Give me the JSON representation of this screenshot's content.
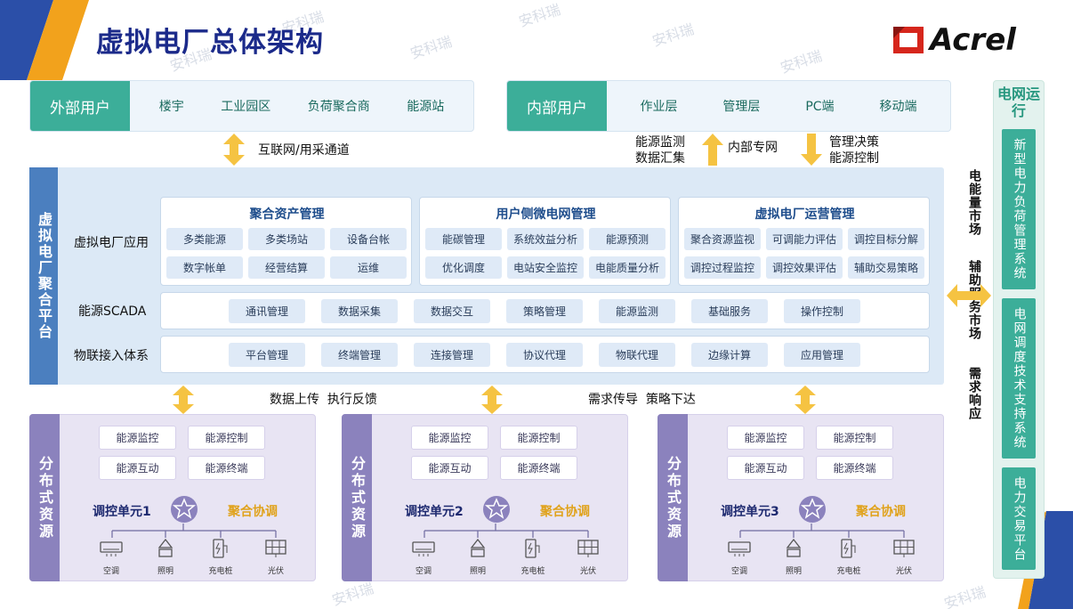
{
  "title": "虚拟电厂总体架构",
  "logo": {
    "text": "Acrel"
  },
  "watermark": "安科瑞",
  "external_users": {
    "head": "外部用户",
    "items": [
      "楼宇",
      "工业园区",
      "负荷聚合商",
      "能源站"
    ]
  },
  "internal_users": {
    "head": "内部用户",
    "items": [
      "作业层",
      "管理层",
      "PC端",
      "移动端"
    ]
  },
  "links": {
    "internet": "互联网/用采通道",
    "monitor_1": "能源监测",
    "monitor_2": "数据汇集",
    "private_net": "内部专网",
    "decision_1": "管理决策",
    "decision_2": "能源控制",
    "bottom_left": "数据上传  执行反馈",
    "bottom_right": "需求传导  策略下达"
  },
  "platform": {
    "side": "虚拟电厂聚合平台",
    "app_label": "虚拟电厂应用",
    "scada_label": "能源SCADA",
    "iot_label": "物联接入体系",
    "panels": [
      {
        "title": "聚合资产管理",
        "cells": [
          "多类能源",
          "多类场站",
          "设备台帐",
          "数字帐单",
          "经营结算",
          "运维"
        ]
      },
      {
        "title": "用户侧微电网管理",
        "cells": [
          "能碳管理",
          "系统效益分析",
          "能源预测",
          "优化调度",
          "电站安全监控",
          "电能质量分析"
        ]
      },
      {
        "title": "虚拟电厂运营管理",
        "cells": [
          "聚合资源监视",
          "可调能力评估",
          "调控目标分解",
          "调控过程监控",
          "调控效果评估",
          "辅助交易策略"
        ]
      }
    ],
    "scada": [
      "通讯管理",
      "数据采集",
      "数据交互",
      "策略管理",
      "能源监测",
      "基础服务",
      "操作控制"
    ],
    "iot": [
      "平台管理",
      "终端管理",
      "连接管理",
      "协议代理",
      "物联代理",
      "边缘计算",
      "应用管理"
    ]
  },
  "markets": [
    "电能量市场",
    "辅助服务市场",
    "需求响应"
  ],
  "grid": {
    "head": "电网运行",
    "boxes": [
      "新型电力负荷管理系统",
      "电网调度技术支持系统",
      "电力交易平台"
    ]
  },
  "resources": [
    {
      "side": "分布式资源",
      "cells": [
        "能源监控",
        "能源控制",
        "能源互动",
        "能源终端"
      ],
      "unit": "调控单元1",
      "coord": "聚合协调",
      "devices": [
        "空调",
        "照明",
        "充电桩",
        "光伏"
      ]
    },
    {
      "side": "分布式资源",
      "cells": [
        "能源监控",
        "能源控制",
        "能源互动",
        "能源终端"
      ],
      "unit": "调控单元2",
      "coord": "聚合协调",
      "devices": [
        "空调",
        "照明",
        "充电桩",
        "光伏"
      ]
    },
    {
      "side": "分布式资源",
      "cells": [
        "能源监控",
        "能源控制",
        "能源互动",
        "能源终端"
      ],
      "unit": "调控单元3",
      "coord": "聚合协调",
      "devices": [
        "空调",
        "照明",
        "充电桩",
        "光伏"
      ]
    }
  ],
  "colors": {
    "title": "#1b2a8a",
    "teal": "#3cae99",
    "platform": "#4b7fbf",
    "resource": "#8b82bd",
    "arrow": "#f5c342",
    "accent": "#e0a21a",
    "logo_red": "#d6261c"
  }
}
